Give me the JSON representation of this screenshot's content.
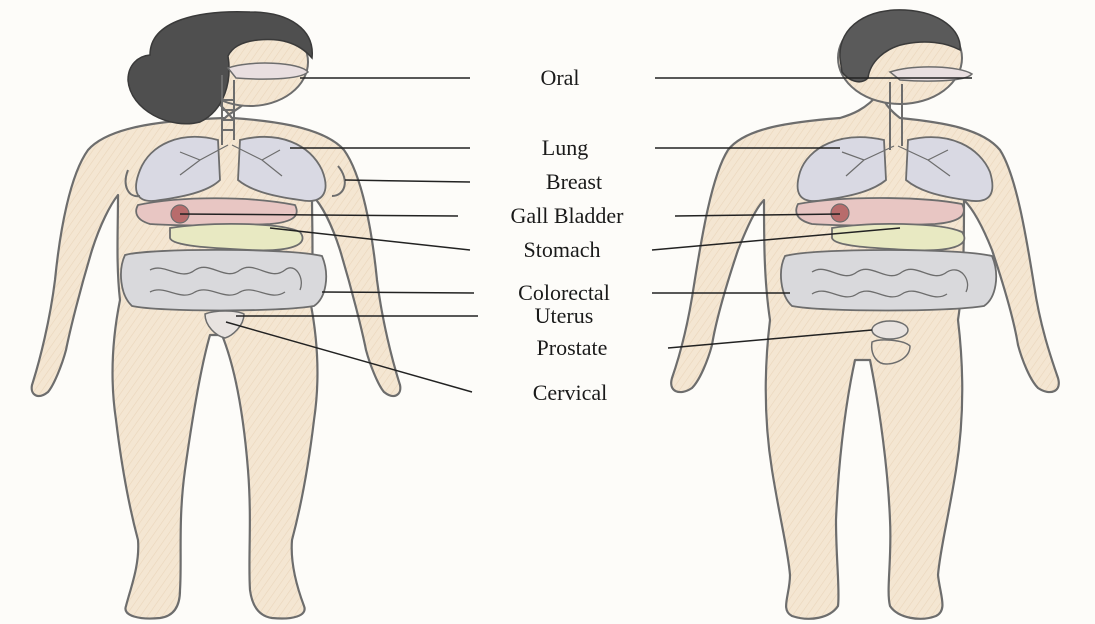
{
  "labels": {
    "oral": "Oral",
    "lung": "Lung",
    "breast": "Breast",
    "gall_bladder": "Gall Bladder",
    "stomach": "Stomach",
    "colorectal": "Colorectal",
    "uterus": "Uterus",
    "prostate": "Prostate",
    "cervical": "Cervical"
  },
  "colors": {
    "skin": "#f4e6d2",
    "outline": "#6d6d6d",
    "hair": "#4a4a4a",
    "lung": "#d9d9e3",
    "liver": "#e8c6c3",
    "gallbladder": "#b86c6c",
    "stomach": "#e8e9c2",
    "intestine": "#d9d9dc",
    "leader_line": "#222222"
  }
}
